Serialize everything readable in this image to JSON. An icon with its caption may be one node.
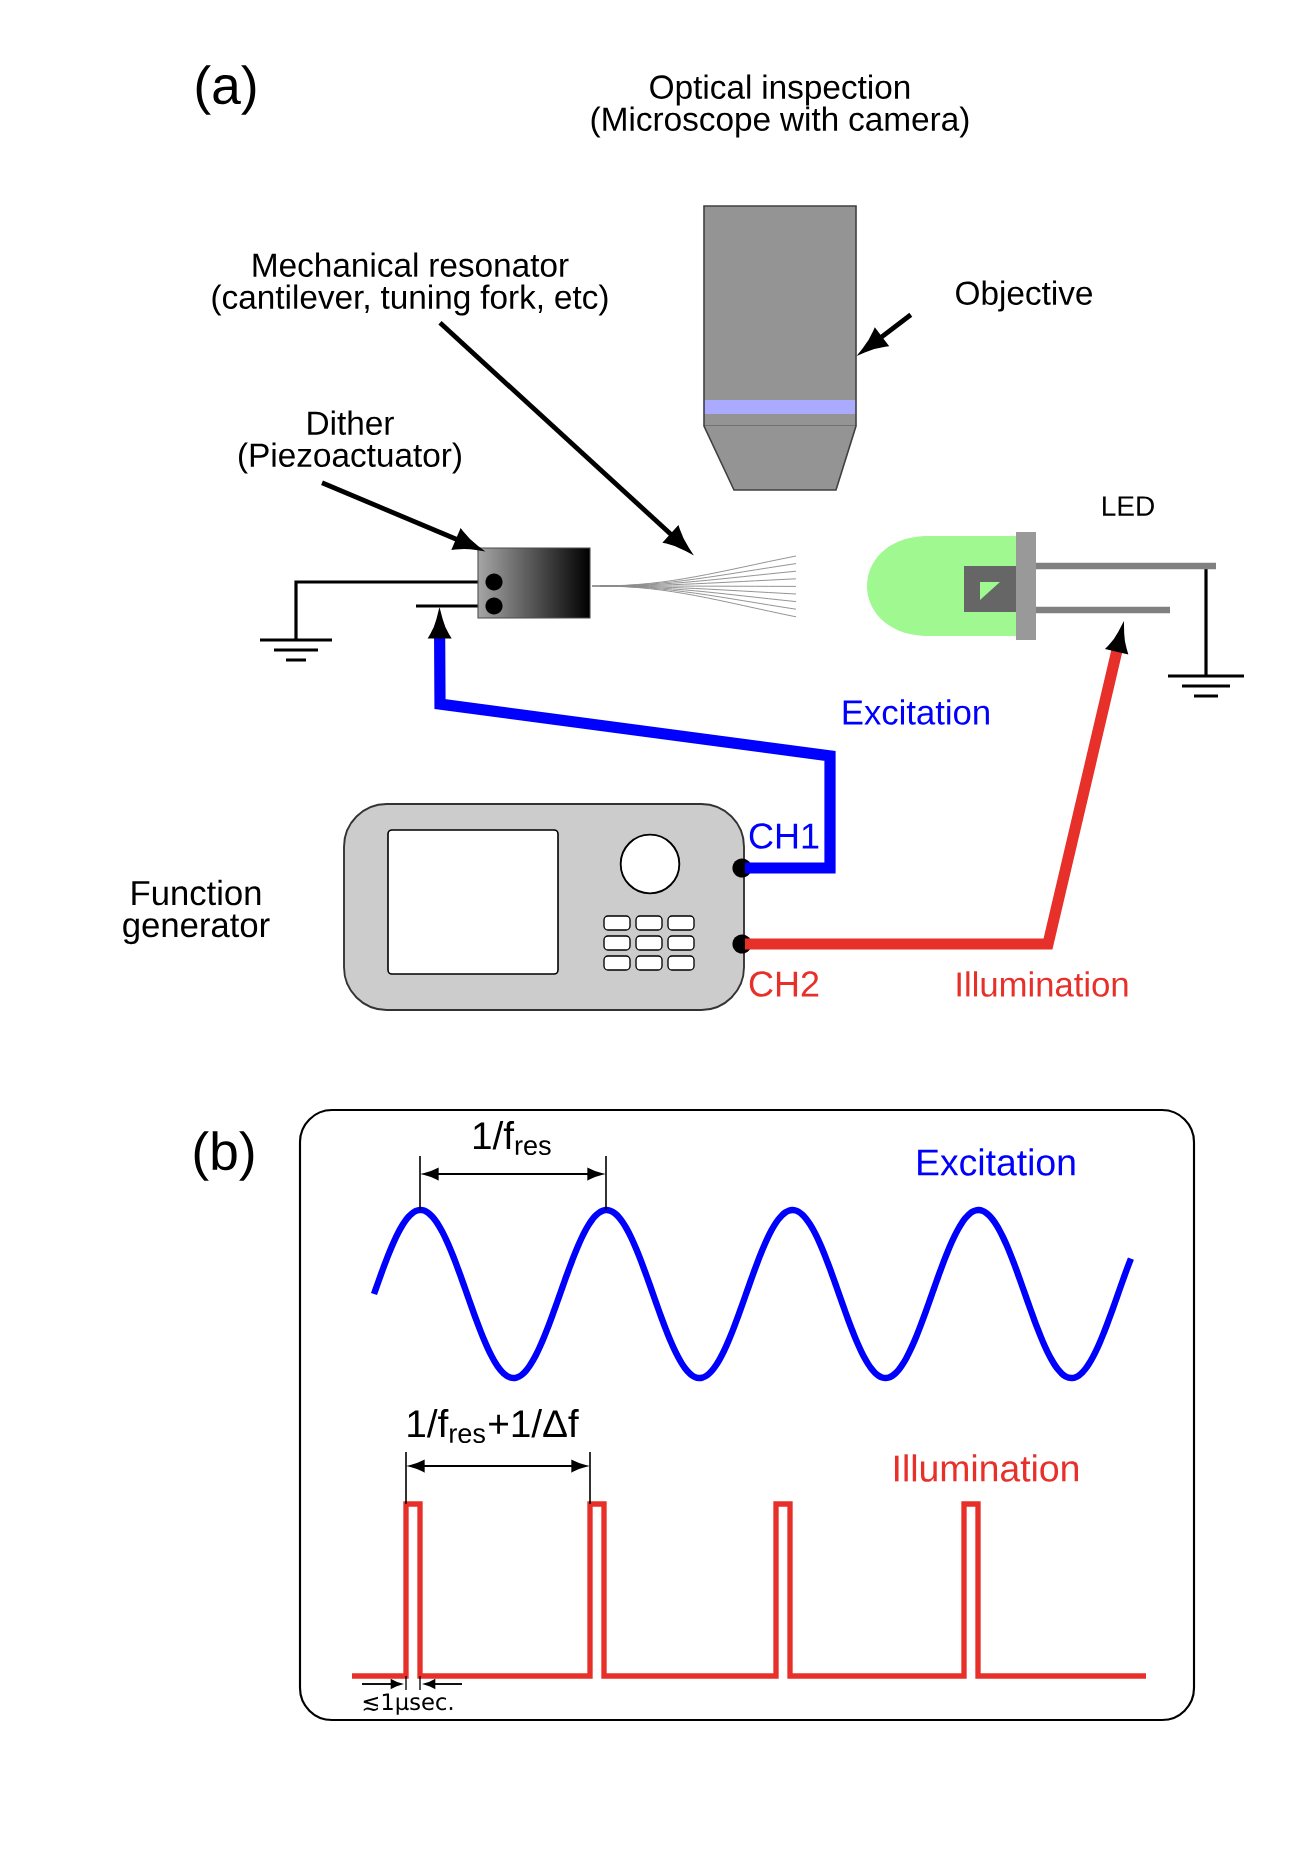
{
  "diagram": {
    "nodes": [
      {
        "text": [],
        "shape": "picture",
        "beside": [
          "Optical inspection (Microscope with camera)"
        ]
      },
      {
        "text": [
          "Objective"
        ]
      },
      {
        "text": [
          "Mechanical resonator (cantilever, tuning fork, etc)"
        ]
      },
      {
        "text": [],
        "shape": "picture"
      },
      {
        "text": [
          "Dither (Piezoactuator)"
        ]
      },
      {
        "text": [],
        "shape": "box"
      },
      {
        "text": [],
        "shape": "picture",
        "beside": [
          "LED"
        ]
      },
      {
        "text": [
          "Function generator"
        ]
      }
    ],
    "edges": [
      {
        "from": 1,
        "to": 0,
        "arrow": "to"
      },
      {
        "from": 2,
        "to": 3,
        "arrow": "to"
      },
      {
        "from": 4,
        "to": 5,
        "arrow": "to"
      },
      {
        "from": 7,
        "to": 5,
        "arrow": "to",
        "label": "Excitation",
        "style": "thick",
        "color": "#0000ff"
      },
      {
        "from": 7,
        "to": 6,
        "arrow": "to",
        "label": "Illumination",
        "style": "thick",
        "color": "#e8302a"
      }
    ],
    "labels": [
      "(a)",
      "CH1",
      "CH2",
      "(b)",
      "1/f$_{res}$",
      "Excitation",
      "1/f$_{res}$+1/Δf",
      "Illumination",
      "≲1μsec."
    ]
  }
}
